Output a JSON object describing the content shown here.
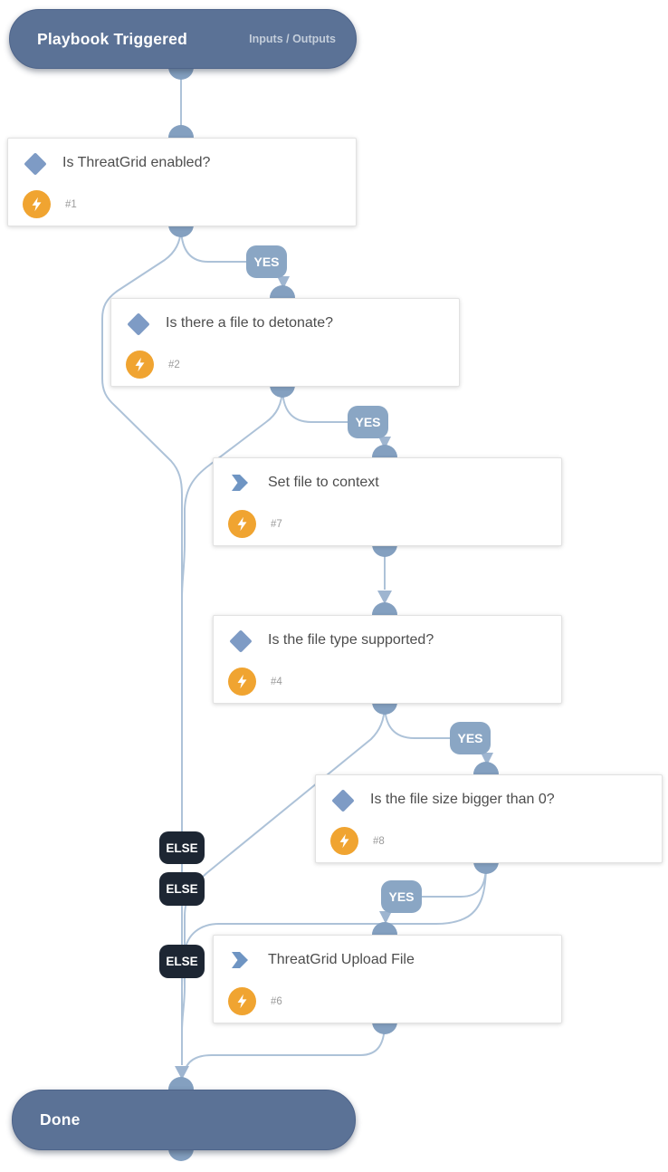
{
  "header": {
    "title": "Playbook Triggered",
    "link_label": "Inputs / Outputs"
  },
  "nodes": [
    {
      "title": "Is ThreatGrid enabled?",
      "number": "#1",
      "type": "condition"
    },
    {
      "title": "Is there a file to detonate?",
      "number": "#2",
      "type": "condition"
    },
    {
      "title": "Set file to context",
      "number": "#7",
      "type": "action"
    },
    {
      "title": "Is the file type supported?",
      "number": "#4",
      "type": "condition"
    },
    {
      "title": "Is the file size bigger than 0?",
      "number": "#8",
      "type": "condition"
    },
    {
      "title": "ThreatGrid Upload File",
      "number": "#6",
      "type": "action"
    }
  ],
  "edge_labels": {
    "yes": "YES",
    "else": "ELSE"
  },
  "done": {
    "label": "Done"
  },
  "colors": {
    "terminal_pill": "#5b7296",
    "connector_dot": "#84a0c0",
    "edge_line": "#adc2d8",
    "arrowhead": "#9eb5d0",
    "yes_tag": "#8aa6c4",
    "else_tag": "#1d2633",
    "condition_icon": "#7e9bc5",
    "action_icon": "#6f95c3",
    "automation_badge": "#f0a431",
    "node_title_text": "#4d4d4d",
    "task_number_text": "#9b9b9b"
  }
}
